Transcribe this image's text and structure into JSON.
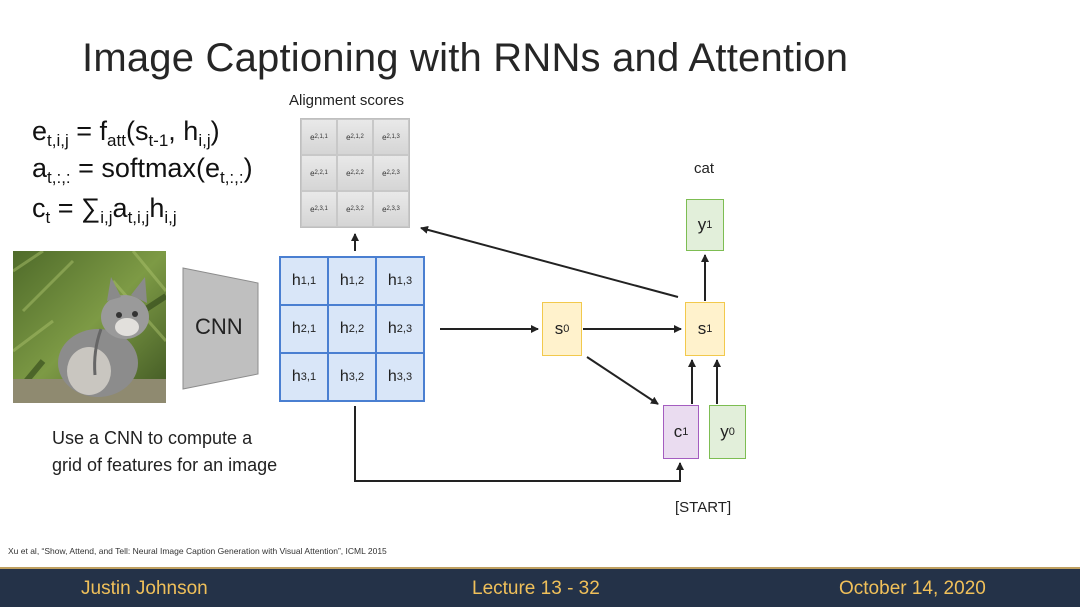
{
  "slide": {
    "title": "Image Captioning with RNNs and Attention",
    "alignment_label": "Alignment scores",
    "equations": [
      {
        "parts": [
          [
            "e",
            "t,i,j"
          ],
          [
            " = f",
            "att"
          ],
          [
            "(s",
            "t-1"
          ],
          [
            ", h",
            "i,j"
          ],
          [
            ")",
            ""
          ]
        ]
      },
      {
        "parts": [
          [
            "a",
            "t,:,:"
          ],
          [
            " = softmax(e",
            "t,:,:"
          ],
          [
            ")",
            ""
          ]
        ]
      },
      {
        "parts": [
          [
            "c",
            "t"
          ],
          [
            " = ∑",
            "i,j"
          ],
          [
            "a",
            "t,i,j"
          ],
          [
            "h",
            "i,j"
          ]
        ]
      }
    ],
    "score_cells": [
      [
        "e",
        "2,1,1"
      ],
      [
        "e",
        "2,1,2"
      ],
      [
        "e",
        "2,1,3"
      ],
      [
        "e",
        "2,2,1"
      ],
      [
        "e",
        "2,2,2"
      ],
      [
        "e",
        "2,2,3"
      ],
      [
        "e",
        "2,3,1"
      ],
      [
        "e",
        "2,3,2"
      ],
      [
        "e",
        "2,3,3"
      ]
    ],
    "cnn_label": "CNN",
    "feature_cells": [
      [
        "h",
        "1,1"
      ],
      [
        "h",
        "1,2"
      ],
      [
        "h",
        "1,3"
      ],
      [
        "h",
        "2,1"
      ],
      [
        "h",
        "2,2"
      ],
      [
        "h",
        "2,3"
      ],
      [
        "h",
        "3,1"
      ],
      [
        "h",
        "3,2"
      ],
      [
        "h",
        "3,3"
      ]
    ],
    "nodes": {
      "s0": [
        "s",
        "0"
      ],
      "s1": [
        "s",
        "1"
      ],
      "y1": [
        "y",
        "1"
      ],
      "c1": [
        "c",
        "1"
      ],
      "y0": [
        "y",
        "0"
      ]
    },
    "output_word": "cat",
    "start_token": "[START]",
    "caption_line1": "Use a CNN to compute a",
    "caption_line2": "grid of features for an image",
    "citation": "Xu et al, “Show, Attend, and Tell: Neural Image Caption Generation with Visual Attention”, ICML 2015"
  },
  "footer": {
    "author": "Justin Johnson",
    "lecture": "Lecture 13 - 32",
    "date": "October 14, 2020"
  },
  "colors": {
    "footer_bg": "#243248",
    "footer_text": "#f0c05a",
    "feature_fill": "#d9e6f8",
    "feature_border": "#4a7fd1",
    "rnn_state": "#fff2cc",
    "output": "#e2efda",
    "context": "#eadcf0"
  }
}
